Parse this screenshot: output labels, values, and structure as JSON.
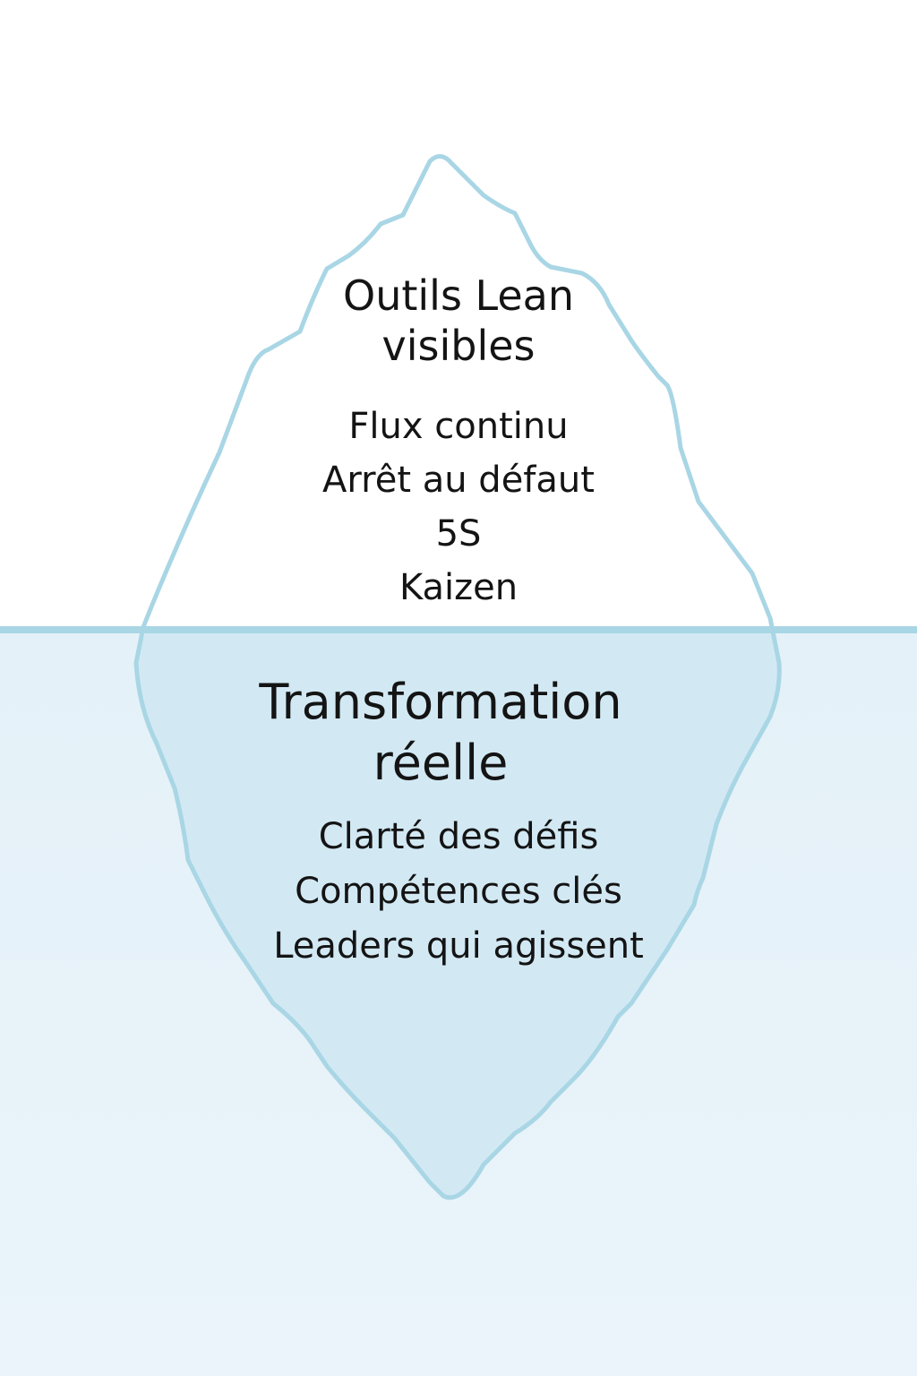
{
  "above_water": {
    "title_line1": "Outils Lean",
    "title_line2": "visibles",
    "items": [
      "Flux continu",
      "Arrêt au défaut",
      "5S",
      "Kaizen"
    ]
  },
  "below_water": {
    "title_line1": "Transformation",
    "title_line2": "réelle",
    "items": [
      "Clarté des défis",
      "Compétences clés",
      "Leaders qui agissent"
    ]
  },
  "colors": {
    "outline": "#a9d6e5",
    "waterline": "#a9d6e5",
    "submerged_fill": "#d2e9f4",
    "water": "#e6f2f9",
    "text": "#141414"
  }
}
